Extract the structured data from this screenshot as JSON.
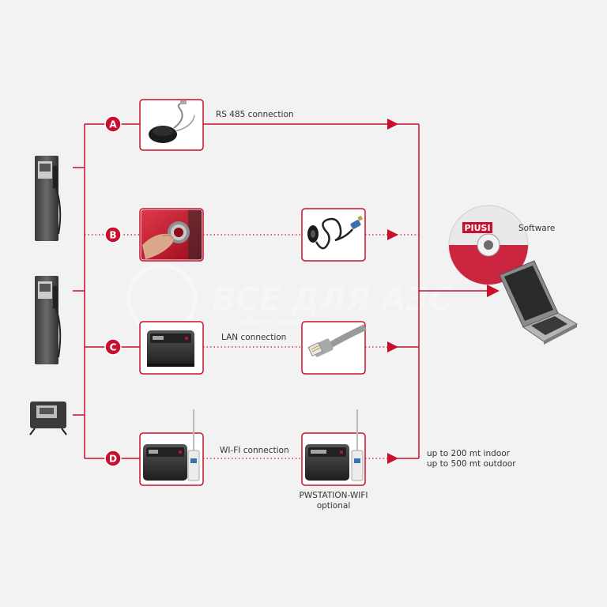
{
  "colors": {
    "accent": "#c8102e",
    "text": "#333333",
    "background": "#f2f2f2"
  },
  "badges": {
    "a": "A",
    "b": "B",
    "c": "C",
    "d": "D"
  },
  "labels": {
    "rs485": "RS 485 connection",
    "lan": "LAN connection",
    "wifi": "WI-FI connection",
    "software": "Software",
    "range_indoor": "up to 200 mt indoor",
    "range_outdoor": "up to 500 mt outdoor",
    "station_name": "PWSTATION-WIFI",
    "station_note": "optional"
  },
  "watermark": {
    "line1": "ВСЕ ДЛЯ АЗС",
    "line2": "оборудование"
  },
  "disc": {
    "brand": "PIUSI"
  },
  "icons": [
    "fuel-dispenser-icon",
    "rs485-reader-icon",
    "key-button-icon",
    "usb-cable-icon",
    "pwstation-icon",
    "ethernet-plug-icon",
    "wifi-antenna-icon",
    "software-disc-icon",
    "laptop-icon"
  ]
}
